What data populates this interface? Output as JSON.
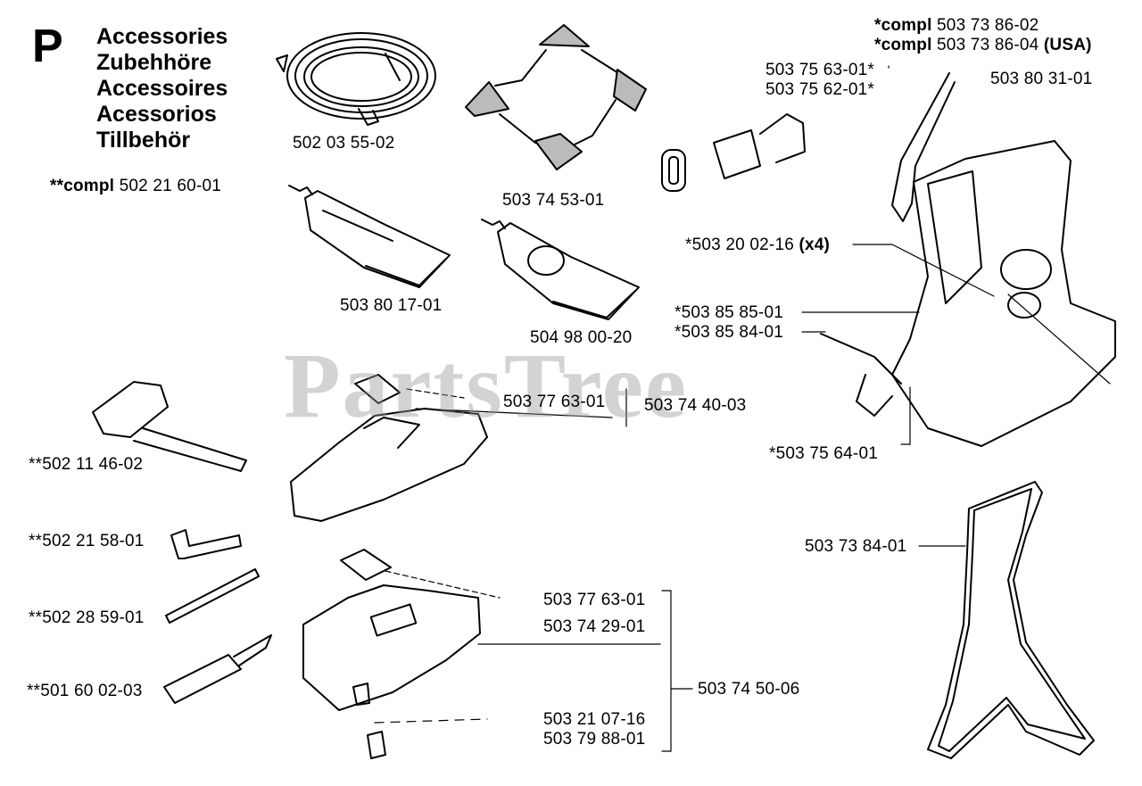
{
  "header": {
    "section_letter": "P",
    "titles": [
      "Accessories",
      "Zubehhöre",
      "Accessoires",
      "Acessorios",
      "Tillbehör"
    ]
  },
  "watermark": "PartsTree",
  "labels": {
    "compl_502_21_60_01": {
      "prefix": "**compl",
      "number": "502 21 60-01"
    },
    "p502_03_55_02": "502 03 55-02",
    "p503_74_53_01": "503 74 53-01",
    "p503_80_17_01": "503 80 17-01",
    "p504_98_00_20": "504 98 00-20",
    "p503_75_63_01": "503 75 63-01*",
    "p503_75_62_01": "503 75 62-01*",
    "compl_503_73_86_02": {
      "prefix": "*compl",
      "number": "503 73 86-02"
    },
    "compl_503_73_86_04": {
      "prefix": "*compl",
      "number": "503 73 86-04",
      "suffix": "(USA)"
    },
    "p503_80_31_01": "503 80 31-01",
    "p503_20_02_16": {
      "number": "*503 20 02-16",
      "suffix": "(x4)"
    },
    "p503_85_85_01": "*503 85 85-01",
    "p503_85_84_01": "*503 85 84-01",
    "p503_75_64_01": "*503 75 64-01",
    "p503_77_63_01_a": "503 77 63-01",
    "p503_74_40_03": "503 74 40-03",
    "p502_11_46_02": "**502 11 46-02",
    "p502_21_58_01": "**502 21 58-01",
    "p502_28_59_01": "**502 28 59-01",
    "p501_60_02_03": "**501 60 02-03",
    "p503_77_63_01_b": "503 77 63-01",
    "p503_74_29_01": "503 74 29-01",
    "p503_74_50_06": "503 74 50-06",
    "p503_21_07_16": "503 21 07-16",
    "p503_79_88_01": "503 79 88-01",
    "p503_73_84_01": "503 73 84-01"
  }
}
